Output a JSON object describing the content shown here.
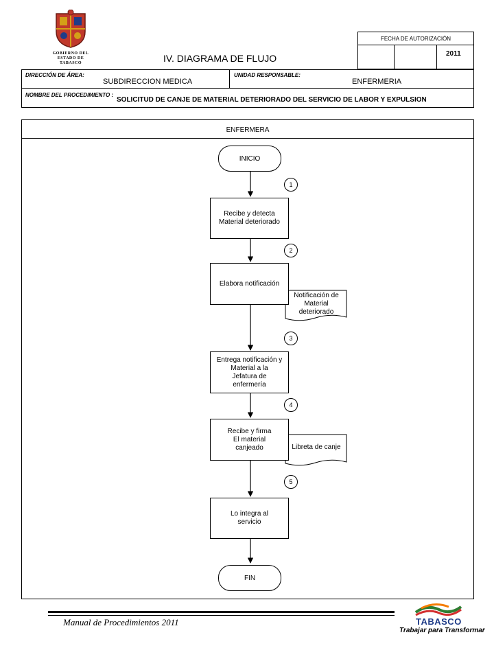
{
  "header": {
    "logo_caption": "GOBIERNO DEL ESTADO DE TABASCO",
    "title": "IV. DIAGRAMA  DE FLUJO",
    "fecha_label": "FECHA DE AUTORIZACIÓN",
    "fecha_year": "2011",
    "direccion_label": "DIRECCIÓN DE ÁREA:",
    "direccion_value": "SUBDIRECCION MEDICA",
    "unidad_label": "UNIDAD RESPONSABLE:",
    "unidad_value": "ENFERMERIA",
    "procedimiento_label": "NOMBRE DEL PROCEDIMIENTO :",
    "procedimiento_value": "SOLICITUD DE CANJE DE MATERIAL DETERIORADO DEL SERVICIO DE LABOR Y EXPULSION"
  },
  "diagram": {
    "lane_title": "ENFERMERA",
    "start_label": "INICIO",
    "end_label": "FIN",
    "steps": [
      {
        "number": "1",
        "text": "Recibe y detecta\nMaterial deteriorado"
      },
      {
        "number": "2",
        "text": "Elabora notificación"
      },
      {
        "number": "3",
        "text": "Entrega notificación y\nMaterial a la\nJefatura de\nenfermería"
      },
      {
        "number": "4",
        "text": "Recibe y firma\nEl material\ncanjeado"
      },
      {
        "number": "5",
        "text": "Lo integra al\nservicio"
      }
    ],
    "documents": [
      {
        "text": "Notificación de\nMaterial\ndeteriorado"
      },
      {
        "text": "Libreta de canje"
      }
    ]
  },
  "footer": {
    "manual_text": "Manual de Procedimientos 2011",
    "brand_name": "TABASCO",
    "brand_slogan": "Trabajar para Transformar"
  },
  "colors": {
    "crest_red": "#c0392b",
    "crest_gold": "#d4a017",
    "brand_blue": "#1f3c88",
    "brand_red": "#d32f2f",
    "brand_green": "#2e7d32",
    "brand_orange": "#f57c00"
  }
}
